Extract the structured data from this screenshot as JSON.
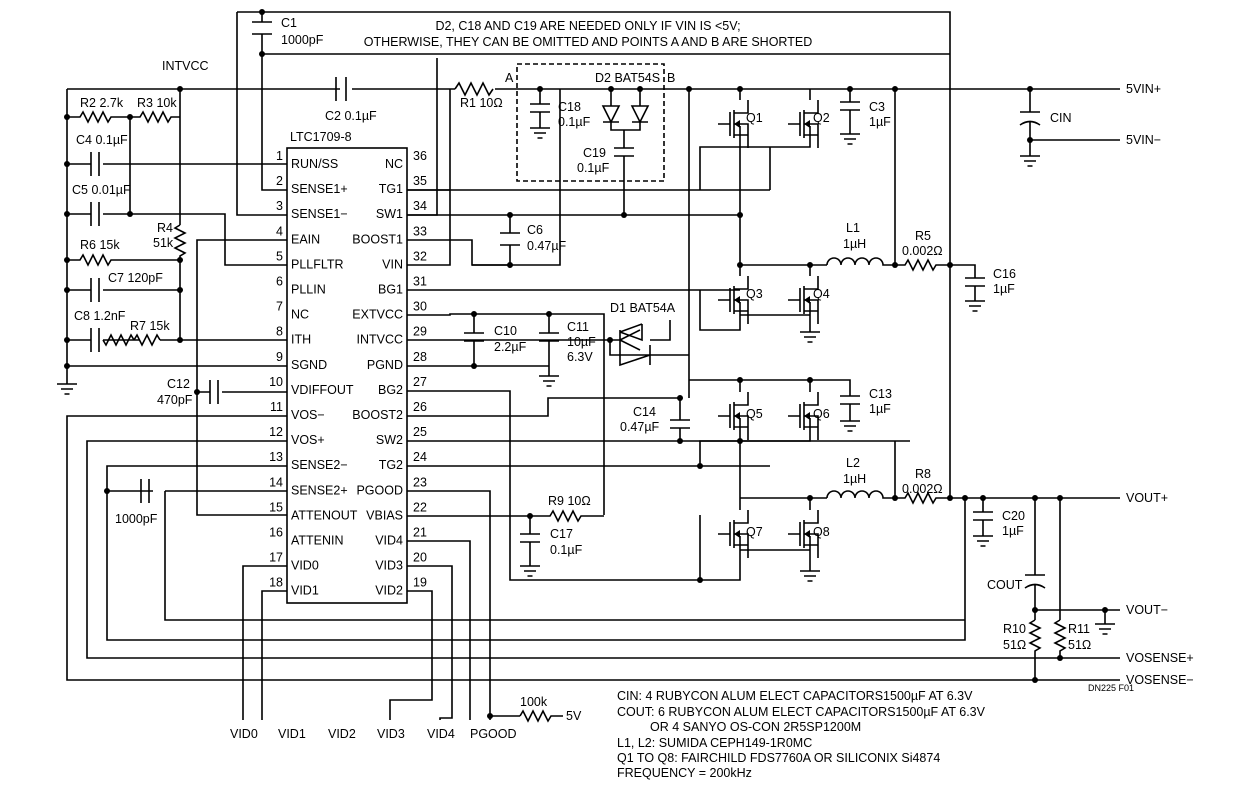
{
  "top_note": {
    "line1": "D2, C18 AND C19 ARE NEEDED ONLY IF VIN IS <5V;",
    "line2": "OTHERWISE, THEY CAN BE OMITTED AND POINTS A AND B ARE SHORTED"
  },
  "ic": {
    "name": "LTC1709-8",
    "pins_left": [
      {
        "num": "1",
        "name": "RUN/SS"
      },
      {
        "num": "2",
        "name": "SENSE1+"
      },
      {
        "num": "3",
        "name": "SENSE1−"
      },
      {
        "num": "4",
        "name": "EAIN"
      },
      {
        "num": "5",
        "name": "PLLFLTR"
      },
      {
        "num": "6",
        "name": "PLLIN"
      },
      {
        "num": "7",
        "name": "NC"
      },
      {
        "num": "8",
        "name": "ITH"
      },
      {
        "num": "9",
        "name": "SGND"
      },
      {
        "num": "10",
        "name": "VDIFFOUT"
      },
      {
        "num": "11",
        "name": "VOS−"
      },
      {
        "num": "12",
        "name": "VOS+"
      },
      {
        "num": "13",
        "name": "SENSE2−"
      },
      {
        "num": "14",
        "name": "SENSE2+"
      },
      {
        "num": "15",
        "name": "ATTENOUT"
      },
      {
        "num": "16",
        "name": "ATTENIN"
      },
      {
        "num": "17",
        "name": "VID0"
      },
      {
        "num": "18",
        "name": "VID1"
      }
    ],
    "pins_right": [
      {
        "num": "36",
        "name": "NC"
      },
      {
        "num": "35",
        "name": "TG1"
      },
      {
        "num": "34",
        "name": "SW1"
      },
      {
        "num": "33",
        "name": "BOOST1"
      },
      {
        "num": "32",
        "name": "VIN"
      },
      {
        "num": "31",
        "name": "BG1"
      },
      {
        "num": "30",
        "name": "EXTVCC"
      },
      {
        "num": "29",
        "name": "INTVCC"
      },
      {
        "num": "28",
        "name": "PGND"
      },
      {
        "num": "27",
        "name": "BG2"
      },
      {
        "num": "26",
        "name": "BOOST2"
      },
      {
        "num": "25",
        "name": "SW2"
      },
      {
        "num": "24",
        "name": "TG2"
      },
      {
        "num": "23",
        "name": "PGOOD"
      },
      {
        "num": "22",
        "name": "VBIAS"
      },
      {
        "num": "21",
        "name": "VID4"
      },
      {
        "num": "20",
        "name": "VID3"
      },
      {
        "num": "19",
        "name": "VID2"
      }
    ]
  },
  "labels": {
    "c1_name": "C1",
    "c1_val": "1000pF",
    "intvcc": "INTVCC",
    "r2": "R2 2.7k",
    "r3": "R3 10k",
    "c2": "C2 0.1µF",
    "c4": "C4 0.1µF",
    "c5": "C5 0.01µF",
    "r4_name": "R4",
    "r4_val": "51k",
    "r6": "R6 15k",
    "c7": "C7 120pF",
    "c8": "C8 1.2nF",
    "r7": "R7 15k",
    "c12_name": "C12",
    "c12_val": "470pF",
    "c_1000pf": "1000pF",
    "r1": "R1 10Ω",
    "point_a": "A",
    "point_b": "B",
    "d2": "D2 BAT54S",
    "c18_name": "C18",
    "c18_val": "0.1µF",
    "c19_name": "C19",
    "c19_val": "0.1µF",
    "c6_name": "C6",
    "c6_val": "0.47µF",
    "c10_name": "C10",
    "c10_val": "2.2µF",
    "c11_name": "C11",
    "c11_val": "10µF",
    "c11_v": "6.3V",
    "d1": "D1 BAT54A",
    "c14_name": "C14",
    "c14_val": "0.47µF",
    "r9": "R9 10Ω",
    "c17_name": "C17",
    "c17_val": "0.1µF",
    "q1": "Q1",
    "q2": "Q2",
    "q3": "Q3",
    "q4": "Q4",
    "q5": "Q5",
    "q6": "Q6",
    "q7": "Q7",
    "q8": "Q8",
    "c3_name": "C3",
    "c3_val": "1µF",
    "l1_name": "L1",
    "l1_val": "1µH",
    "r5_name": "R5",
    "r5_val": "0.002Ω",
    "c16_name": "C16",
    "c16_val": "1µF",
    "c13_name": "C13",
    "c13_val": "1µF",
    "l2_name": "L2",
    "l2_val": "1µH",
    "r8_name": "R8",
    "r8_val": "0.002Ω",
    "c20_name": "C20",
    "c20_val": "1µF",
    "cin": "CIN",
    "cout": "COUT",
    "r10_name": "R10",
    "r10_val": "51Ω",
    "r11_name": "R11",
    "r11_val": "51Ω",
    "vin_plus": "5VIN+",
    "vin_minus": "5VIN−",
    "vout_plus": "VOUT+",
    "vout_minus": "VOUT−",
    "vsense_plus": "VOSENSE+",
    "vsense_minus": "VOSENSE−",
    "r100k": "100k",
    "v5": "5V",
    "vid0": "VID0",
    "vid1": "VID1",
    "vid2": "VID2",
    "vid3": "VID3",
    "vid4": "VID4",
    "pgood": "PGOOD",
    "fig": "DN225 F01"
  },
  "notes": [
    "CIN: 4 RUBYCON ALUM ELECT CAPACITORS1500µF AT 6.3V",
    "COUT: 6 RUBYCON ALUM ELECT CAPACITORS1500µF AT 6.3V",
    "OR 4 SANYO OS-CON 2R5SP1200M",
    "L1, L2: SUMIDA CEPH149-1R0MC",
    "Q1 TO Q8: FAIRCHILD FDS7760A OR SILICONIX Si4874",
    "FREQUENCY = 200kHz"
  ]
}
